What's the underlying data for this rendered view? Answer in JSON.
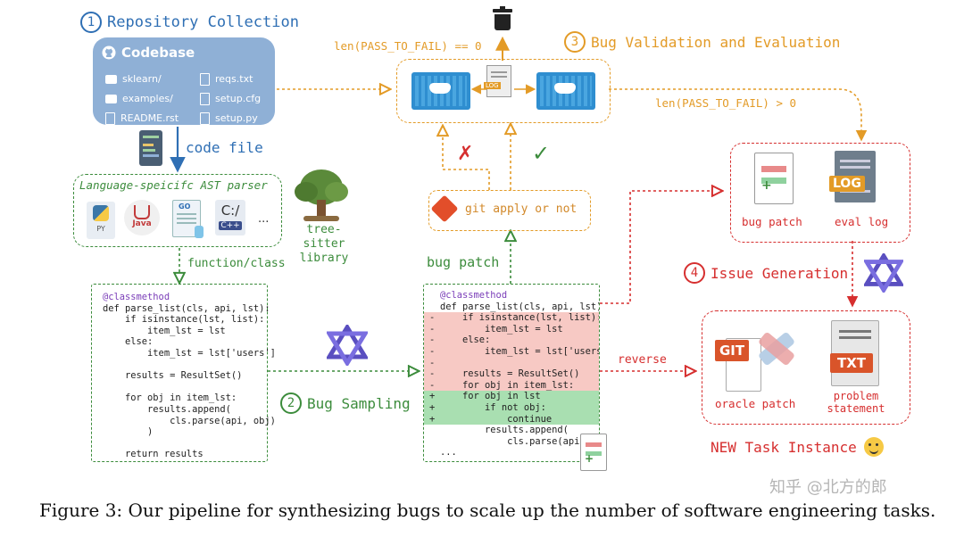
{
  "step1": {
    "number": "1",
    "title": "Repository Collection"
  },
  "codebase": {
    "title": "Codebase",
    "folders": [
      "sklearn/",
      "examples/"
    ],
    "files": [
      "README.rst",
      "reqs.txt",
      "setup.cfg",
      "setup.py"
    ]
  },
  "code_file_label": "code file",
  "ast_parser": {
    "title": "Language-speicifc AST parser",
    "icons": [
      "PY",
      "Java",
      "GO",
      "C:/",
      "C++",
      "..."
    ]
  },
  "tree_sitter": {
    "line1": "tree-sitter",
    "line2": "library"
  },
  "function_class_label": "function/class",
  "step2": {
    "number": "2",
    "title": "Bug Sampling"
  },
  "step3": {
    "number": "3",
    "title": "Bug Validation and Evaluation"
  },
  "step4": {
    "number": "4",
    "title": "Issue Generation"
  },
  "pass_to_fail_zero": "len(PASS_TO_FAIL) == 0",
  "pass_to_fail_pos": "len(PASS_TO_FAIL) > 0",
  "log_label": "LOG",
  "git_apply_label": "git apply or not",
  "bug_patch_arrow_label": "bug patch",
  "reverse_label": "reverse",
  "eval_box": {
    "bug_patch": "bug patch",
    "eval_log": "eval log",
    "log_icon": "LOG"
  },
  "issue_box": {
    "git_icon": "GIT",
    "txt_icon": "TXT",
    "oracle_patch": "oracle patch",
    "problem_line1": "problem",
    "problem_line2": "statement"
  },
  "new_task": "NEW Task Instance",
  "caption": "Figure 3: Our pipeline for synthesizing bugs to scale up the number of software engineering tasks.",
  "watermark": "知乎 @北方的郎",
  "original_code": [
    "@classmethod",
    "def parse_list(cls, api, lst):",
    "    if isinstance(lst, list):",
    "        item_lst = lst",
    "    else:",
    "        item_lst = lst['users']",
    "",
    "    results = ResultSet()",
    "",
    "    for obj in item_lst:",
    "        results.append(",
    "            cls.parse(api, obj)",
    "        )",
    "",
    "    return results"
  ],
  "diff_code": [
    {
      "m": " ",
      "t": "@classmethod"
    },
    {
      "m": " ",
      "t": "def parse_list(cls, api, lst):"
    },
    {
      "m": "-",
      "t": "    if isinstance(lst, list):"
    },
    {
      "m": "-",
      "t": "        item_lst = lst"
    },
    {
      "m": "-",
      "t": "    else:"
    },
    {
      "m": "-",
      "t": "        item_lst = lst['users']"
    },
    {
      "m": "-",
      "t": ""
    },
    {
      "m": "-",
      "t": "    results = ResultSet()"
    },
    {
      "m": "-",
      "t": "    for obj in item_lst:"
    },
    {
      "m": "+",
      "t": "    for obj in lst"
    },
    {
      "m": "+",
      "t": "        if not obj:"
    },
    {
      "m": "+",
      "t": "            continue"
    },
    {
      "m": " ",
      "t": "        results.append("
    },
    {
      "m": " ",
      "t": "            cls.parse(api, obj)"
    },
    {
      "m": " ",
      "t": "..."
    }
  ]
}
